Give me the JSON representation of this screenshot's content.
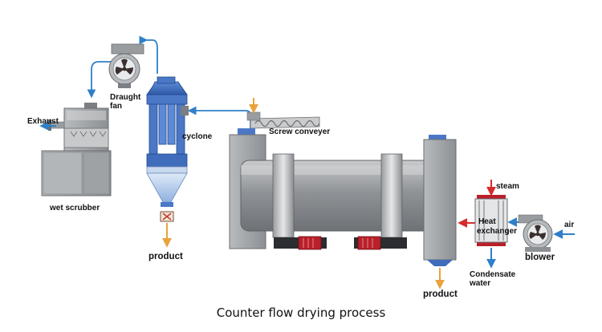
{
  "caption": "Counter flow drying process",
  "labels": {
    "exhaust": "Exhaust",
    "draught_fan_line1": "Draught",
    "draught_fan_line2": "fan",
    "cyclone": "cyclone",
    "wet_scrubber": "wet scrubber",
    "product_cyclone": "product",
    "screw_conveyer": "Screw conveyer",
    "steam": "steam",
    "heat_exchanger_line1": "Heat",
    "heat_exchanger_line2": "exchanger",
    "air": "air",
    "blower": "blower",
    "condensate_line1": "Condensate",
    "condensate_line2": "water",
    "product_dryer": "product"
  },
  "colors": {
    "air_flow": "#2f80c8",
    "material_flow": "#e8a33c",
    "steam_flow": "#d62b2b",
    "equipment_gray": "#a9acaf",
    "cyclone_blue": "#3b6fbf"
  }
}
